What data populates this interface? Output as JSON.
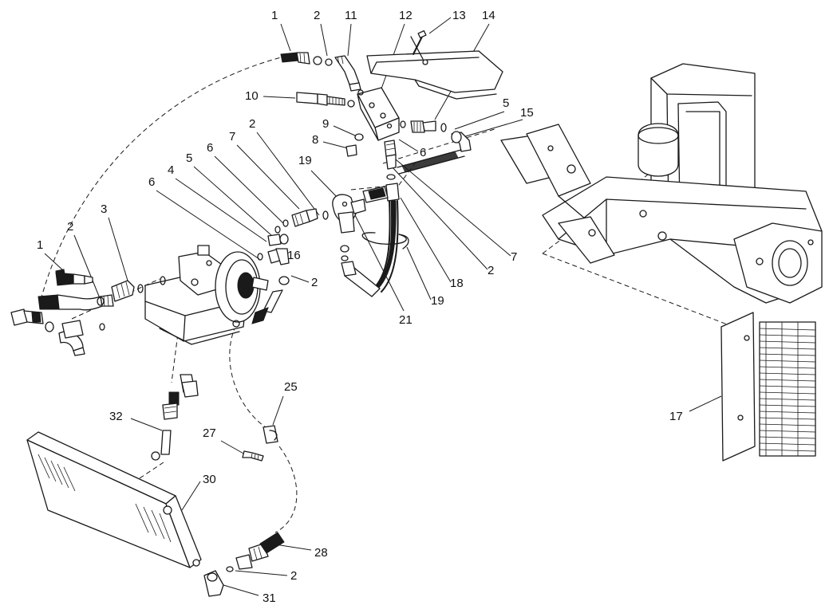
{
  "callouts": [
    {
      "id": "c1a",
      "label": "1"
    },
    {
      "id": "c2a",
      "label": "2"
    },
    {
      "id": "c11",
      "label": "11"
    },
    {
      "id": "c12",
      "label": "12"
    },
    {
      "id": "c13",
      "label": "13"
    },
    {
      "id": "c14",
      "label": "14"
    },
    {
      "id": "c10",
      "label": "10"
    },
    {
      "id": "c5a",
      "label": "5"
    },
    {
      "id": "c15",
      "label": "15"
    },
    {
      "id": "c9",
      "label": "9"
    },
    {
      "id": "c8",
      "label": "8"
    },
    {
      "id": "c6a",
      "label": "6"
    },
    {
      "id": "c2b",
      "label": "2"
    },
    {
      "id": "c19a",
      "label": "19"
    },
    {
      "id": "c7a",
      "label": "7"
    },
    {
      "id": "c6b",
      "label": "6"
    },
    {
      "id": "c5b",
      "label": "5"
    },
    {
      "id": "c4",
      "label": "4"
    },
    {
      "id": "c6c",
      "label": "6"
    },
    {
      "id": "c3",
      "label": "3"
    },
    {
      "id": "c2c",
      "label": "2"
    },
    {
      "id": "c1b",
      "label": "1"
    },
    {
      "id": "c16",
      "label": "16"
    },
    {
      "id": "c2d",
      "label": "2"
    },
    {
      "id": "c21",
      "label": "21"
    },
    {
      "id": "c19b",
      "label": "19"
    },
    {
      "id": "c18",
      "label": "18"
    },
    {
      "id": "c2e",
      "label": "2"
    },
    {
      "id": "c7b",
      "label": "7"
    },
    {
      "id": "c17",
      "label": "17"
    },
    {
      "id": "c25",
      "label": "25"
    },
    {
      "id": "c27",
      "label": "27"
    },
    {
      "id": "c32",
      "label": "32"
    },
    {
      "id": "c30",
      "label": "30"
    },
    {
      "id": "c28",
      "label": "28"
    },
    {
      "id": "c2f",
      "label": "2"
    },
    {
      "id": "c31",
      "label": "31"
    }
  ]
}
